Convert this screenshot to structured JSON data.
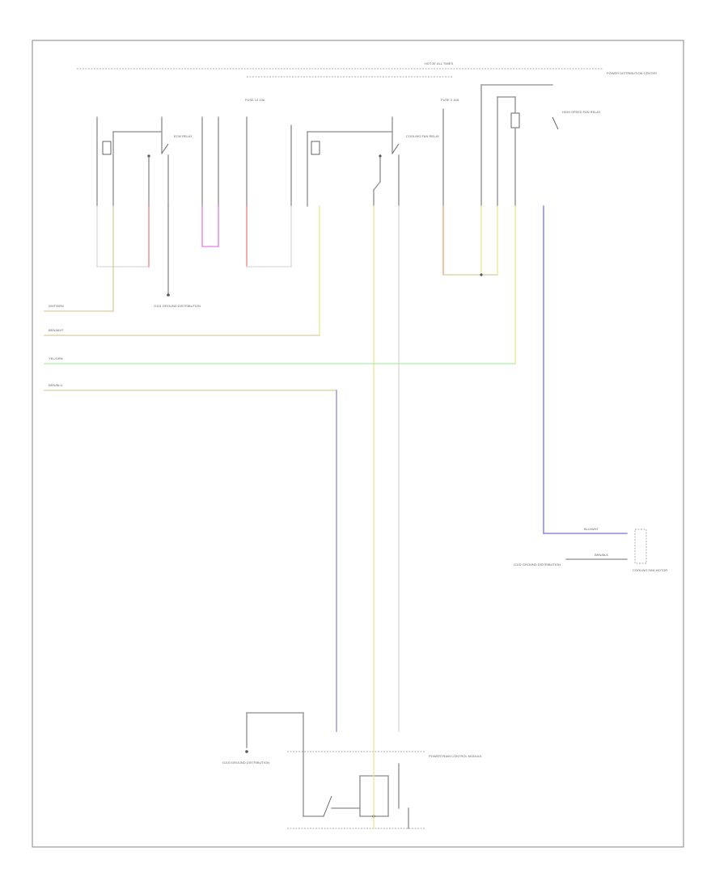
{
  "title": "",
  "diagram_id": "",
  "colors": {
    "frame": "#9a9a9a",
    "ground_wire": "#8c8c8c",
    "white_wire": "#d9d9d9",
    "red_wire": "#f08080",
    "pink_wire": "#e67ce6",
    "yellow_wire": "#e8e890",
    "tan_wire": "#d8cc9a",
    "green_wire": "#a6f0a6",
    "blue_wire": "#6f6fff",
    "violet_wire": "#8a8ae0",
    "orange_wire": "#f2a07a"
  },
  "labels": {
    "hot_label": "HOT AT ALL TIMES",
    "power_dist_top": "POWER DISTRIBUTION CENTER",
    "fuse_a": "FUSE 14 10A",
    "fuse_b": "FUSE 3 15A",
    "relay_ecm": "ECM RELAY",
    "relay_fan": "COOLING FAN RELAY",
    "relay_fan_hi": "HIGH SPEED FAN RELAY",
    "ground_left": "G101 GROUND DISTRIBUTION",
    "wire_left_1": "WHT/BRN",
    "wire_left_2": "BRN/WHT",
    "wire_left_3": "YEL/GRN",
    "wire_left_4": "BRN/BLU",
    "wire_right_blue": "BLU/WHT",
    "wire_right_brn": "BRN/BLK",
    "ground_right": "G102 GROUND DISTRIBUTION",
    "fan_motor": "COOLING FAN MOTOR",
    "ground_bottom": "G103 GROUND DISTRIBUTION",
    "module_bottom": "POWERTRAIN CONTROL MODULE",
    "footer_code": ""
  }
}
